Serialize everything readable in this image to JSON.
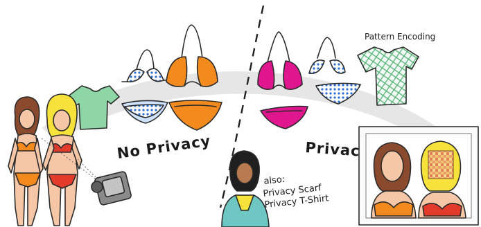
{
  "labels": {
    "no_privacy": "No Privacy",
    "privacy": "Privacy",
    "pattern_encoding": "Pattern Encoding",
    "also_title": "also:",
    "also_line1": "Privacy Scarf",
    "also_line2": "Privacy T-Shirt"
  },
  "colors": {
    "arc": "#e6e6e6",
    "orange": "#f28a1e",
    "magenta": "#e0168f",
    "mint": "#8fd6a6",
    "dots_blue": "#2a6fd1",
    "pattern_green": "#4caf6d",
    "skin": "#f6c7a6",
    "blonde_hair": "#f6e23a",
    "brown_hair": "#8a4a2e",
    "red_bikini": "#e23b2b",
    "camera": "#8a8a8a"
  }
}
